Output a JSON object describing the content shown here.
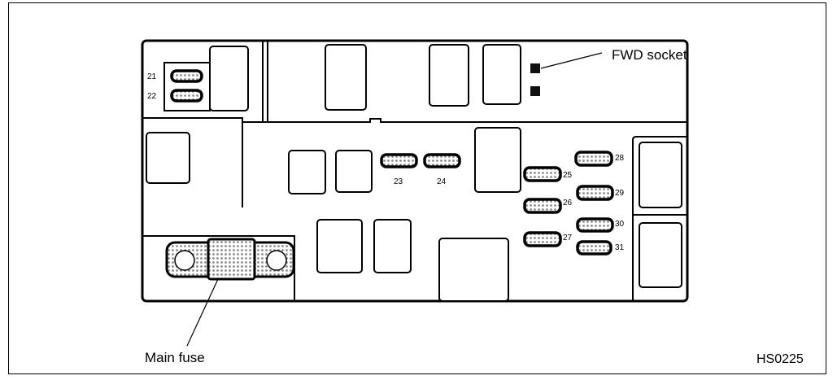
{
  "callouts": {
    "fwd_socket": "FWD socket",
    "main_fuse": "Main fuse"
  },
  "figure_code": "HS0225",
  "fuse_numbers": {
    "f21": "21",
    "f22": "22",
    "f23": "23",
    "f24": "24",
    "f25": "25",
    "f26": "26",
    "f27": "27",
    "f28": "28",
    "f29": "29",
    "f30": "30",
    "f31": "31"
  },
  "colors": {
    "line": "#000000",
    "fill": "#ffffff",
    "dots": "#9a9a9a"
  }
}
